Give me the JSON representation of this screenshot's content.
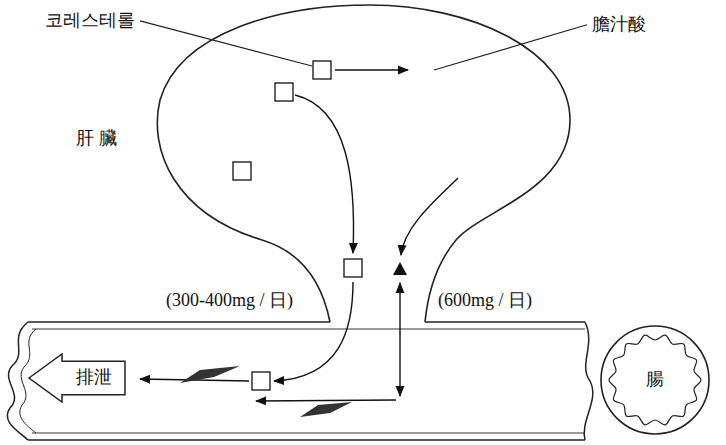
{
  "diagram": {
    "nodes": [
      {
        "text": [
          "排泄"
        ]
      },
      {
        "text": [
          "腸"
        ]
      }
    ],
    "labels": [
      "코레스테롤",
      "膽汁酸",
      "肝 臟",
      "(300-400mg / 日)",
      "(600mg / 日)"
    ]
  }
}
